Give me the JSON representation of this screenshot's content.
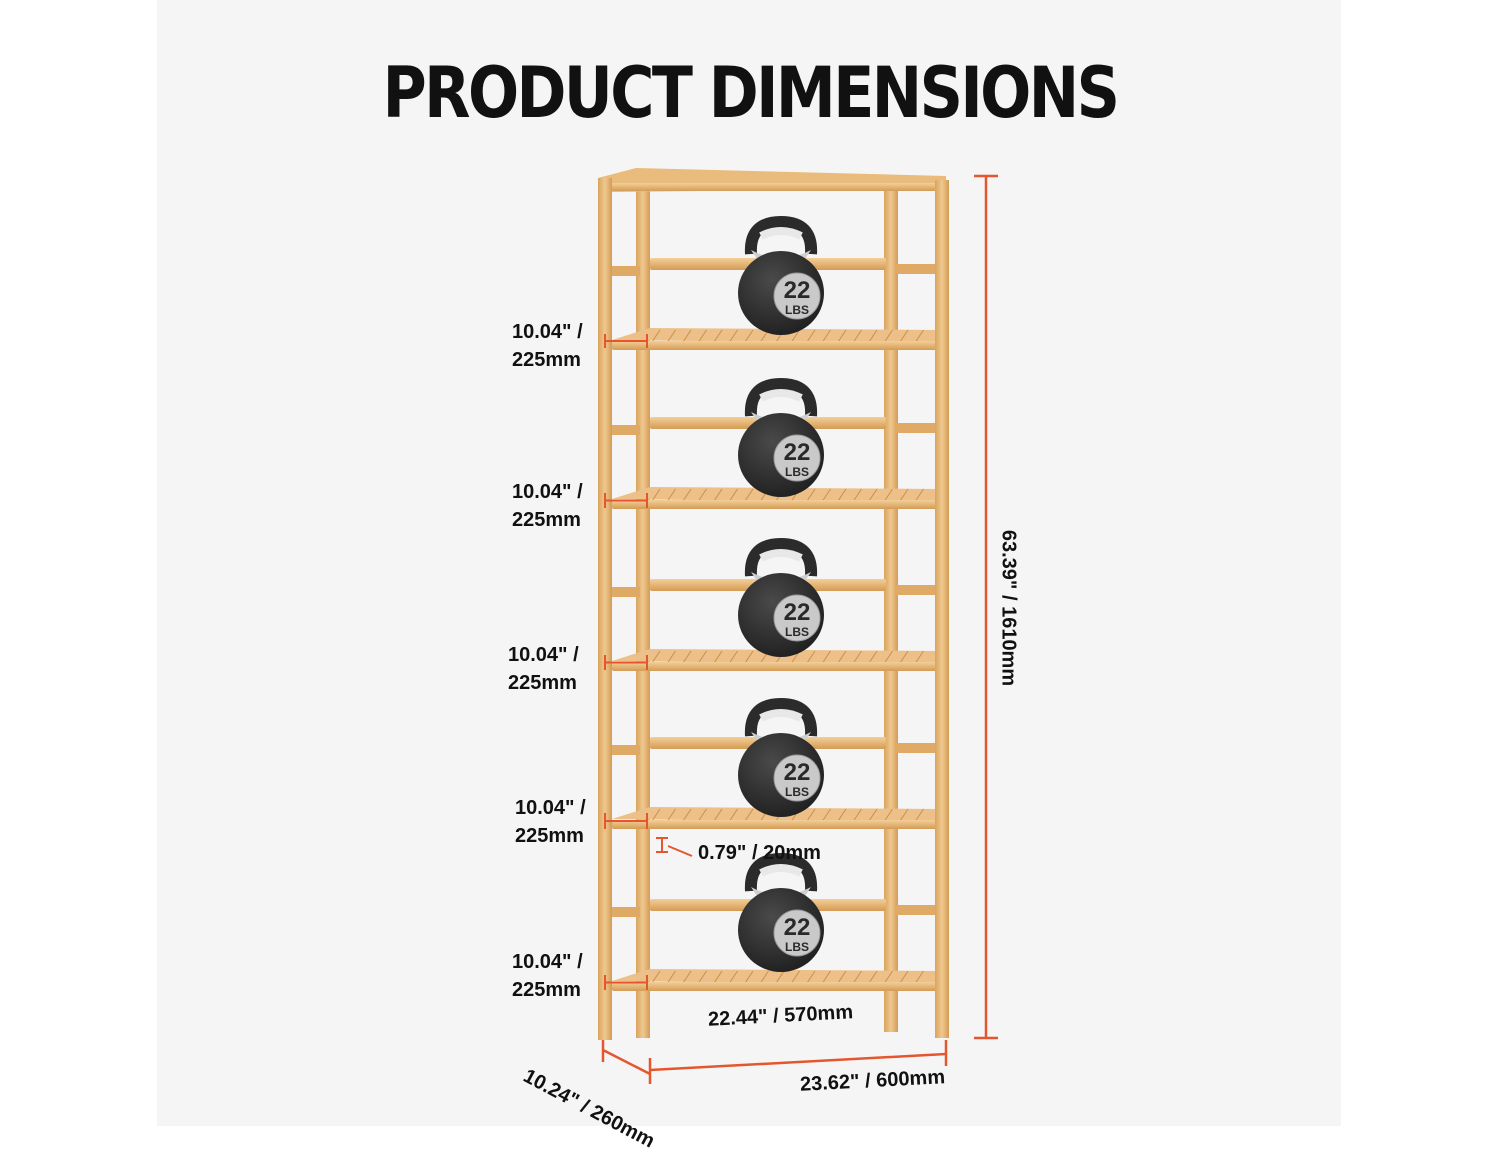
{
  "title": "PRODUCT DIMENSIONS",
  "shelf_spacing": [
    {
      "inch": "10.04\" /",
      "mm": "225mm"
    },
    {
      "inch": "10.04\" /",
      "mm": "225mm"
    },
    {
      "inch": "10.04\" /",
      "mm": "225mm"
    },
    {
      "inch": "10.04\" /",
      "mm": "225mm"
    },
    {
      "inch": "10.04\" /",
      "mm": "225mm"
    }
  ],
  "total_height": "63.39\" / 1610mm",
  "total_width": "23.62\" / 600mm",
  "inner_width": "22.44\" / 570mm",
  "depth": "10.24\" / 260mm",
  "slat_thickness": "0.79\" / 20mm",
  "weight_badge": {
    "number": "22",
    "unit": "LBS"
  },
  "colors": {
    "background": "#f5f5f5",
    "wood": "#e8b97a",
    "wood_dark": "#c98f45",
    "dimension_line": "#e4572e",
    "kettlebell": "#2f2f2f",
    "text": "#111111"
  }
}
